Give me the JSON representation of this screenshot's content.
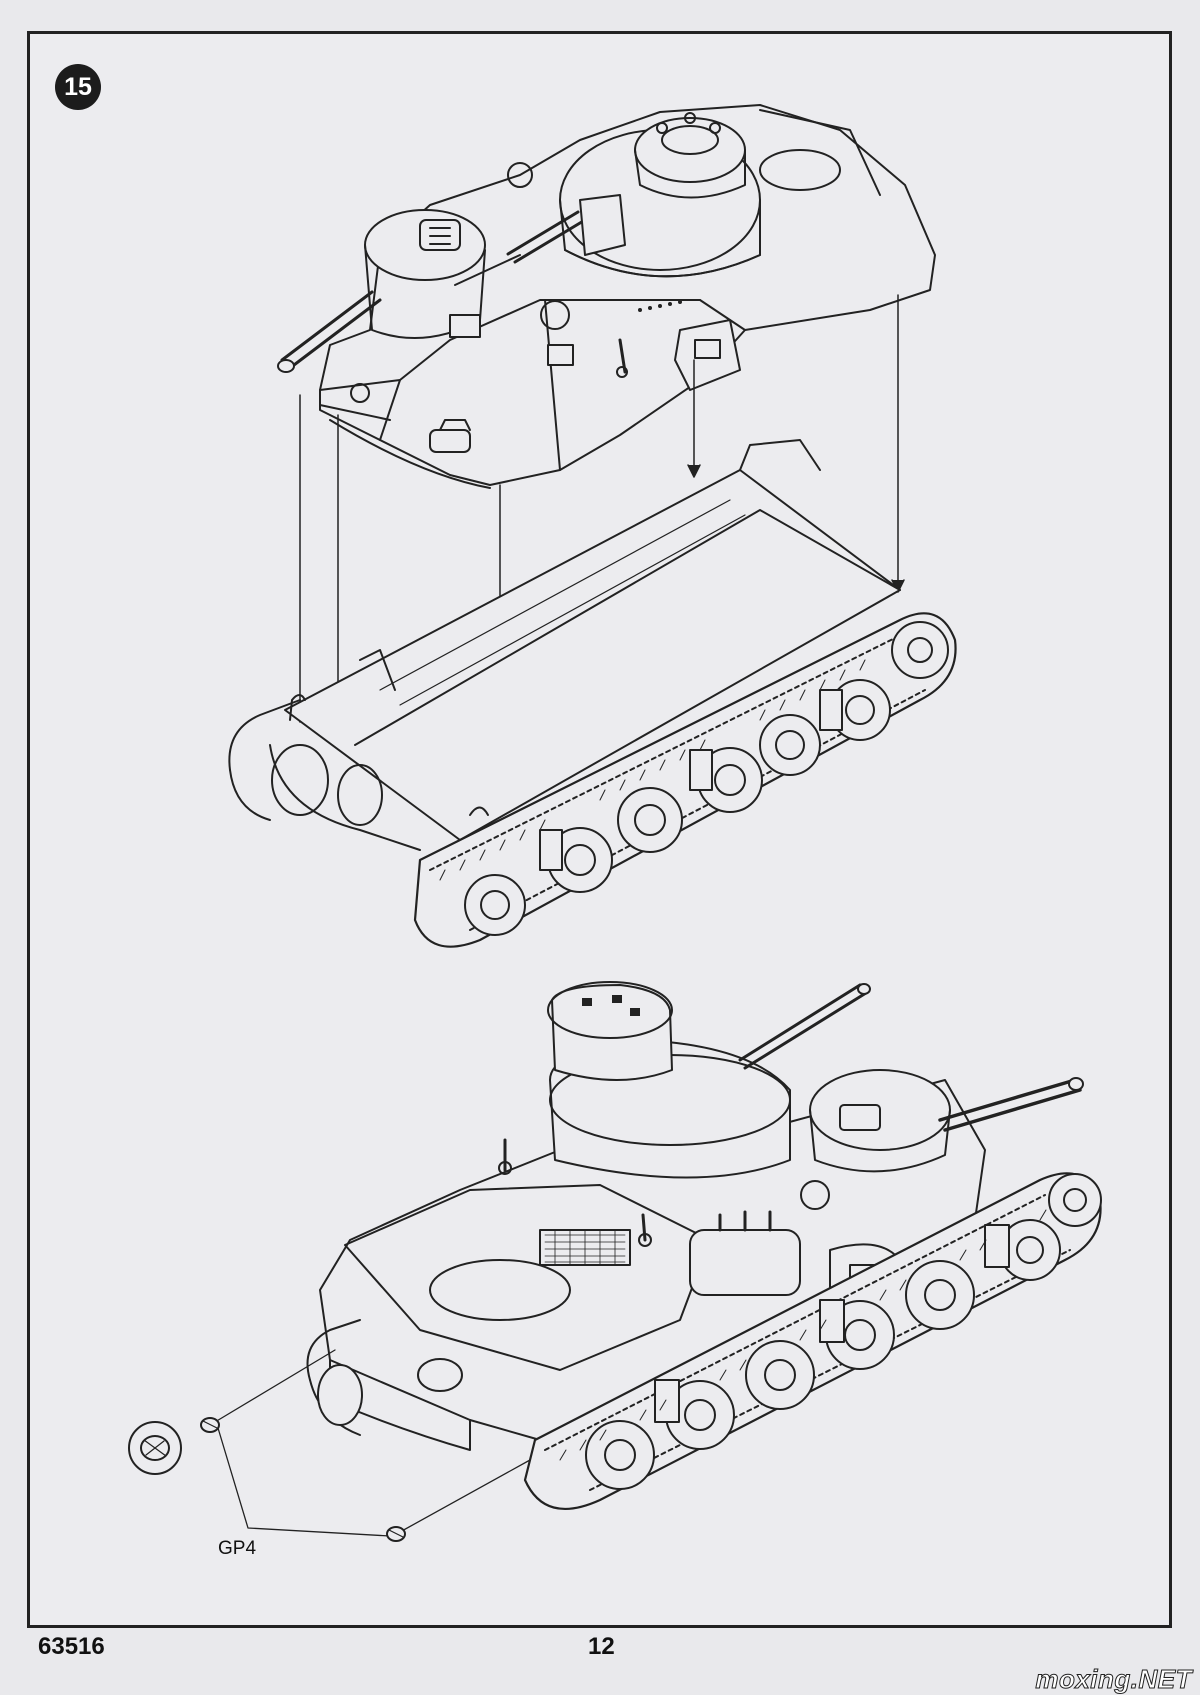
{
  "step": {
    "number": "15"
  },
  "callout": {
    "part_label": "GP4"
  },
  "footer": {
    "kit_number": "63516",
    "page_number": "12"
  },
  "watermark": {
    "text": "moxing.NET"
  },
  "colors": {
    "line": "#222222",
    "paper": "#ececef"
  }
}
